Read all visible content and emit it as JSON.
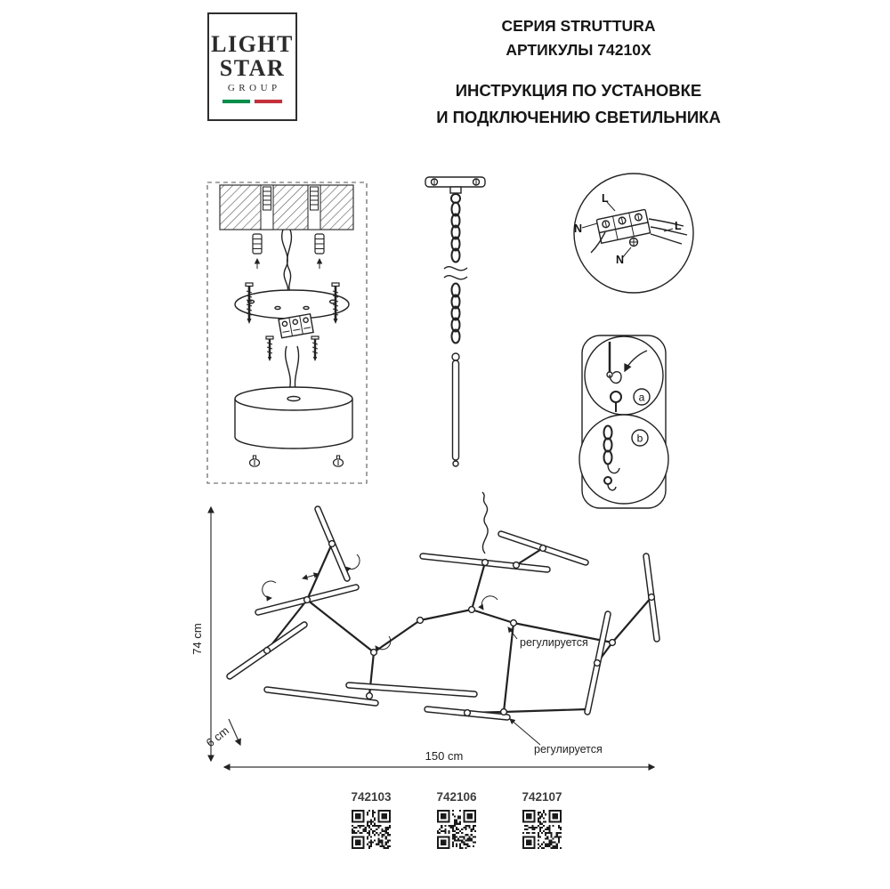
{
  "logo": {
    "light": "LIGHT",
    "star": "STAR",
    "group": "GROUP",
    "flag_green": "#009246",
    "flag_red": "#ce2b37"
  },
  "header": {
    "series": "СЕРИЯ STRUTTURA",
    "articles": "АРТИКУЛЫ 74210X",
    "instruction_line1": "ИНСТРУКЦИЯ ПО УСТАНОВКЕ",
    "instruction_line2": "И ПОДКЛЮЧЕНИЮ СВЕТИЛЬНИКА"
  },
  "wiring_detail": {
    "l_top": "L",
    "n_left": "N",
    "l_right": "L",
    "n_bottom": "N"
  },
  "details": {
    "a": "a",
    "b": "b"
  },
  "dimensions": {
    "height": "74 cm",
    "drop": "6 cm",
    "width": "150 cm"
  },
  "annotations": {
    "adjustable_top": "регулируется",
    "adjustable_bottom": "регулируется"
  },
  "qr": {
    "items": [
      {
        "label": "742103"
      },
      {
        "label": "742106"
      },
      {
        "label": "742107"
      }
    ]
  }
}
